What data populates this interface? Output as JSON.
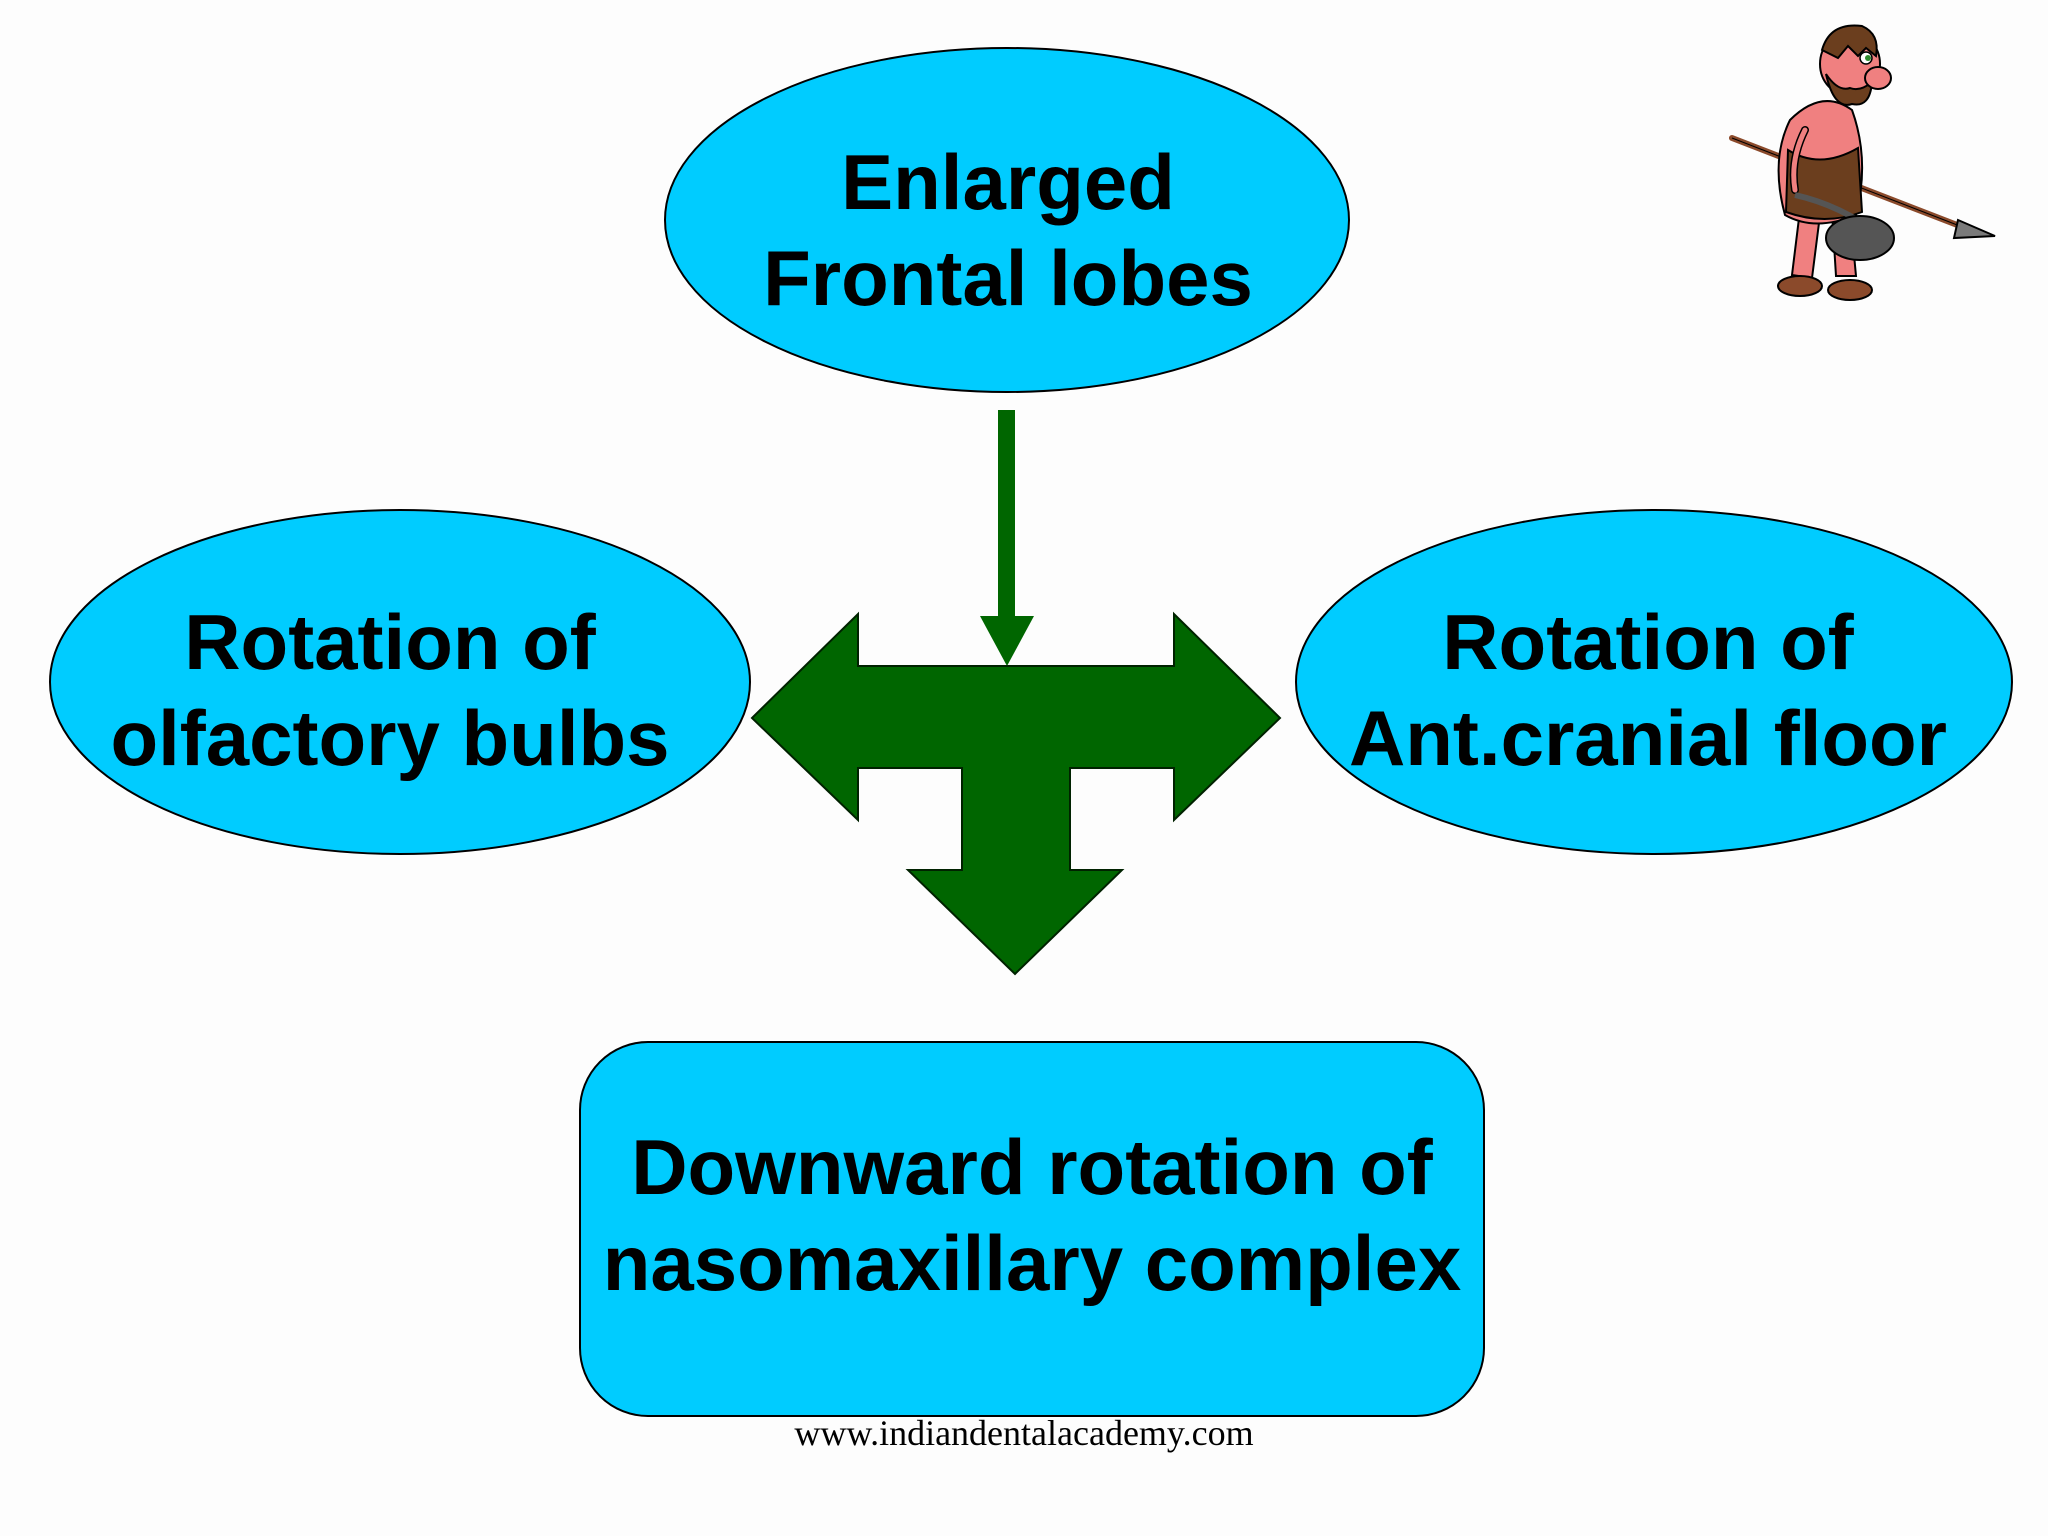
{
  "nodes": {
    "top": {
      "line1": "Enlarged",
      "line2": "Frontal lobes"
    },
    "left": {
      "line1": "Rotation of",
      "line2": "olfactory bulbs"
    },
    "right": {
      "line1": "Rotation of",
      "line2": "Ant.cranial floor"
    },
    "bottom": {
      "line1": "Downward rotation of",
      "line2": "nasomaxillary complex"
    }
  },
  "footer": "www.indiandentalacademy.com",
  "colors": {
    "node_fill": "#00ccff",
    "node_stroke": "#000000",
    "arrow_green": "#006600",
    "background": "#fdfdfd"
  },
  "icons": {
    "caveman": "caveman-with-spear-and-club-icon"
  }
}
